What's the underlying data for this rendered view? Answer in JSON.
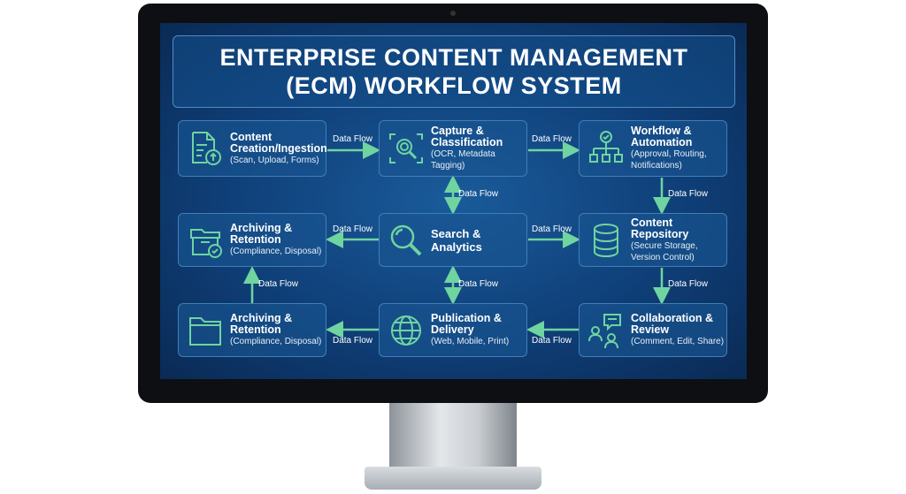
{
  "title": {
    "line1": "ENTERPRISE CONTENT MANAGEMENT",
    "line2": "(ECM) WORKFLOW SYSTEM"
  },
  "accent": "#6fd4a0",
  "nodes": [
    {
      "title": "Content Creation/Ingestion",
      "sub": "(Scan, Upload, Forms)",
      "icon": "document-upload-icon"
    },
    {
      "title": "Capture & Classification",
      "sub": "(OCR, Metadata Tagging)",
      "icon": "scan-magnifier-icon"
    },
    {
      "title": "Workflow & Automation",
      "sub": "(Approval, Routing, Notifications)",
      "icon": "workflow-hierarchy-icon"
    },
    {
      "title": "Archiving & Retention",
      "sub": "(Compliance, Disposal)",
      "icon": "archive-check-icon"
    },
    {
      "title": "Search & Analytics",
      "sub": "",
      "icon": "search-icon"
    },
    {
      "title": "Content Repository",
      "sub": "(Secure Storage, Version Control)",
      "icon": "database-icon"
    },
    {
      "title": "Archiving & Retention",
      "sub": "(Compliance, Disposal)",
      "icon": "folder-icon"
    },
    {
      "title": "Publication & Delivery",
      "sub": "(Web, Mobile, Print)",
      "icon": "globe-icon"
    },
    {
      "title": "Collaboration & Review",
      "sub": "(Comment, Edit, Share)",
      "icon": "users-chat-icon"
    }
  ],
  "flow_label": "Data Flow"
}
